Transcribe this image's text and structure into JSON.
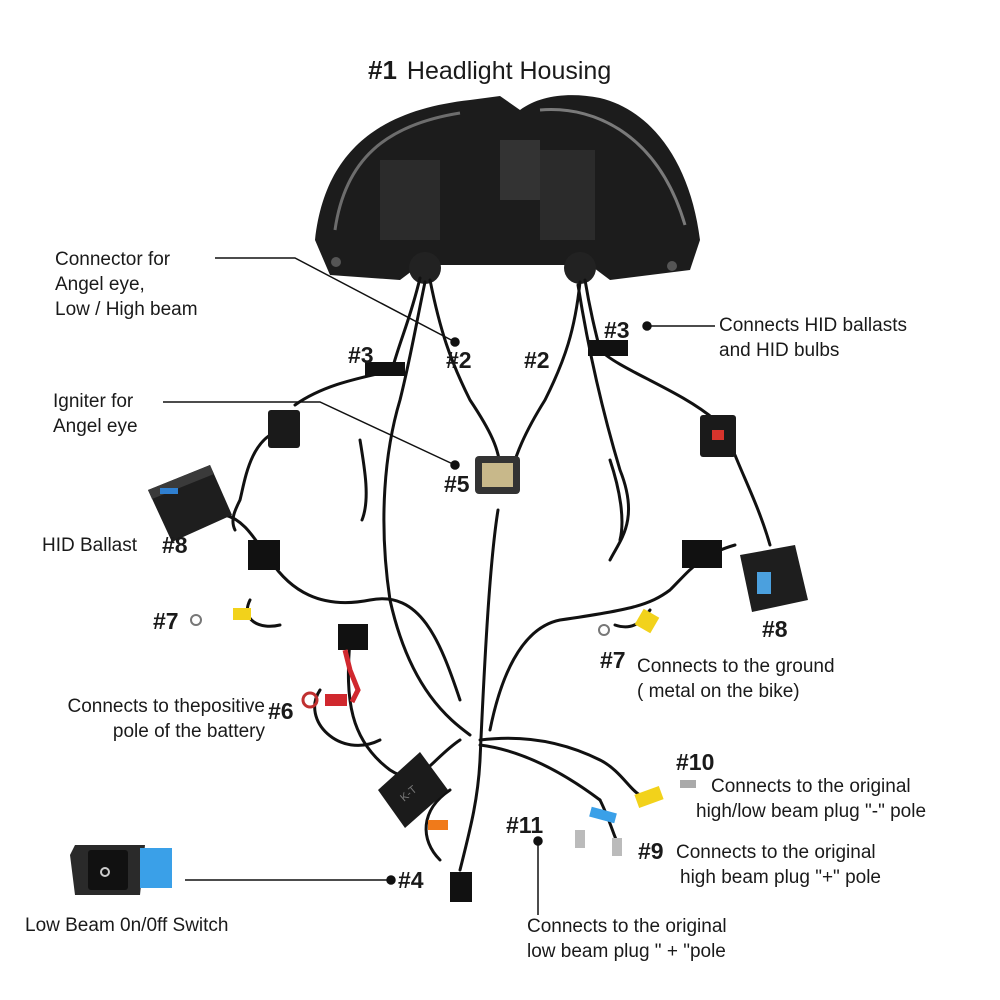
{
  "title": {
    "number": "#1",
    "text": "Headlight Housing"
  },
  "callouts": {
    "connector_angel": {
      "number": "#2",
      "lines": [
        "Connector for",
        "Angel eye,",
        "Low  / High beam"
      ]
    },
    "connector_right": {
      "number": "#2"
    },
    "hid_connect_left": {
      "number": "#3"
    },
    "hid_connect_right": {
      "number": "#3",
      "lines": [
        "Connects HID ballasts",
        "and HID bulbs"
      ]
    },
    "igniter": {
      "number": "#5",
      "lines": [
        "Igniter for",
        "Angel eye"
      ]
    },
    "ballast_left": {
      "number": "#8",
      "label": "HID Ballast"
    },
    "ballast_right": {
      "number": "#8"
    },
    "ground_left": {
      "number": "#7"
    },
    "ground_right": {
      "number": "#7",
      "lines": [
        "Connects to the ground",
        "( metal on the bike)"
      ]
    },
    "battery": {
      "number": "#6",
      "lines": [
        "Connects to thepositive",
        "pole of the battery"
      ]
    },
    "highlow_minus": {
      "number": "#10",
      "lines": [
        "Connects to the original",
        "high/low beam plug \"-\" pole"
      ]
    },
    "high_plus": {
      "number": "#9",
      "lines": [
        "Connects to the original",
        "high beam plug \"+\" pole"
      ]
    },
    "low_plus": {
      "number": "#11",
      "lines": [
        "Connects to the original",
        "low beam plug \" + \"pole"
      ]
    },
    "switch": {
      "number": "#4",
      "label": "Low Beam 0n/0ff Switch"
    },
    "relay_mark": "K-T"
  },
  "colors": {
    "wire": "#111111",
    "yellow_tag": "#f2d21b",
    "blue_tag": "#3aa0e8",
    "red_sleeve": "#d0282e",
    "orange_tag": "#f07a1a",
    "housing": "#1c1c1c"
  }
}
